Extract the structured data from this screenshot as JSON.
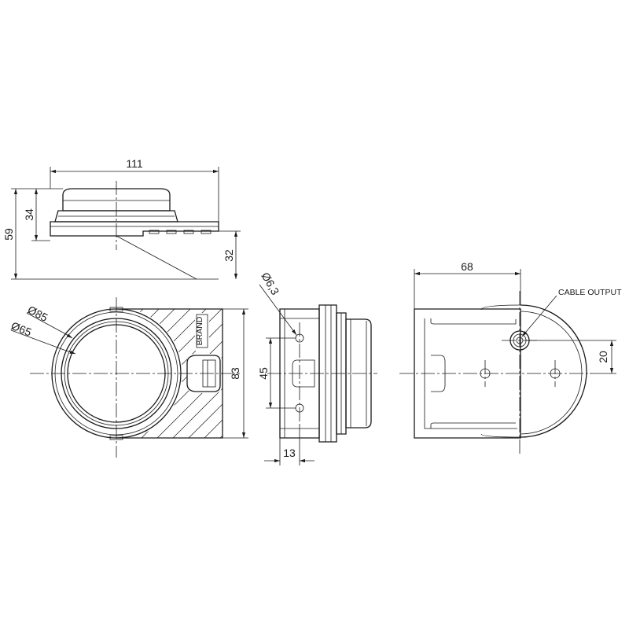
{
  "dimensions": {
    "top_width": "111",
    "top_height_total": "59",
    "top_height_upper": "34",
    "top_height_lower": "32",
    "front_dia_outer": "Ø85",
    "front_dia_inner": "Ø65",
    "front_height": "83",
    "side_hole_dia": "Ø6,3",
    "side_hole_spacing": "45",
    "side_offset": "13",
    "back_width": "68",
    "back_offset": "20"
  },
  "labels": {
    "cable_output": "CABLE OUTPUT"
  },
  "colors": {
    "line": "#1a1a1a",
    "background": "#ffffff"
  }
}
